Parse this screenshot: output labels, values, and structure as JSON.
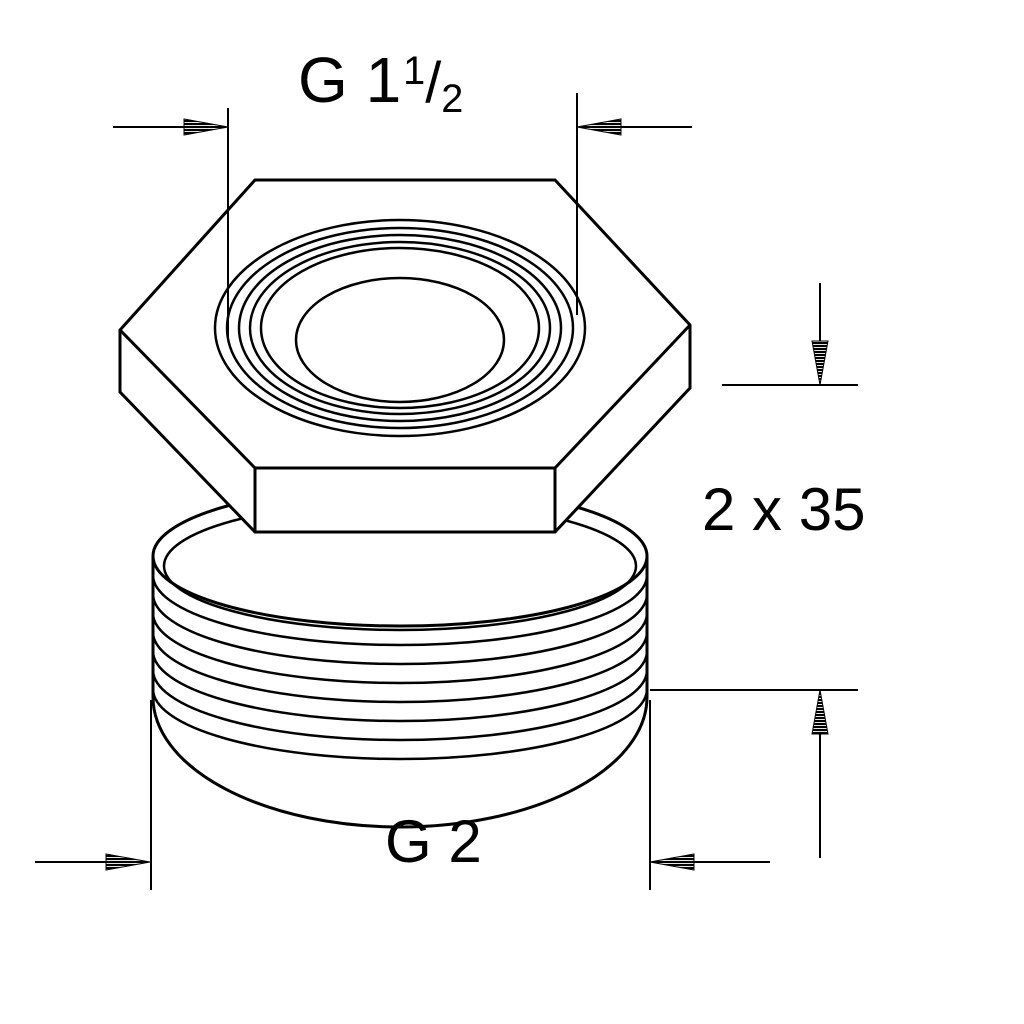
{
  "drawing": {
    "kind": "technical-drawing-threaded-adapter",
    "line_color": "#000000",
    "background": "#ffffff"
  },
  "labels": {
    "top_thread": {
      "base": "G 1",
      "numerator": "1",
      "slash": "/",
      "denominator": "2"
    },
    "length_dim": "2 x 35",
    "bottom_thread": "G 2"
  }
}
